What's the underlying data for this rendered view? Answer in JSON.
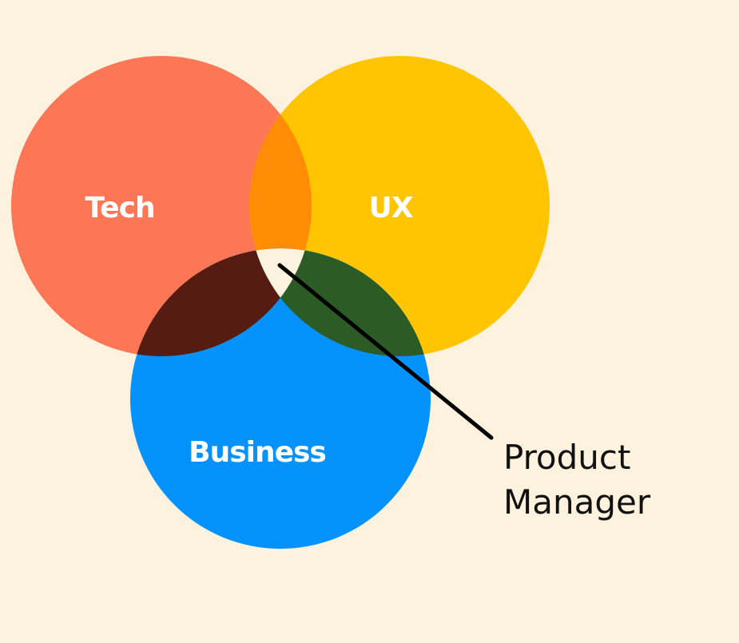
{
  "diagram": {
    "circles": [
      {
        "id": "tech",
        "label": "Tech",
        "color": "#fd7756"
      },
      {
        "id": "ux",
        "label": "UX",
        "color": "#ffc502"
      },
      {
        "id": "business",
        "label": "Business",
        "color": "#0592fc"
      }
    ],
    "overlaps": {
      "tech_ux": "#ff8c05",
      "tech_business": "#561c12",
      "ux_business": "#2c5c26",
      "center": "#fbf3dd"
    },
    "callout": {
      "line1": "Product",
      "line2": "Manager",
      "line_color": "#000000"
    },
    "background": "#fdf2dd"
  }
}
